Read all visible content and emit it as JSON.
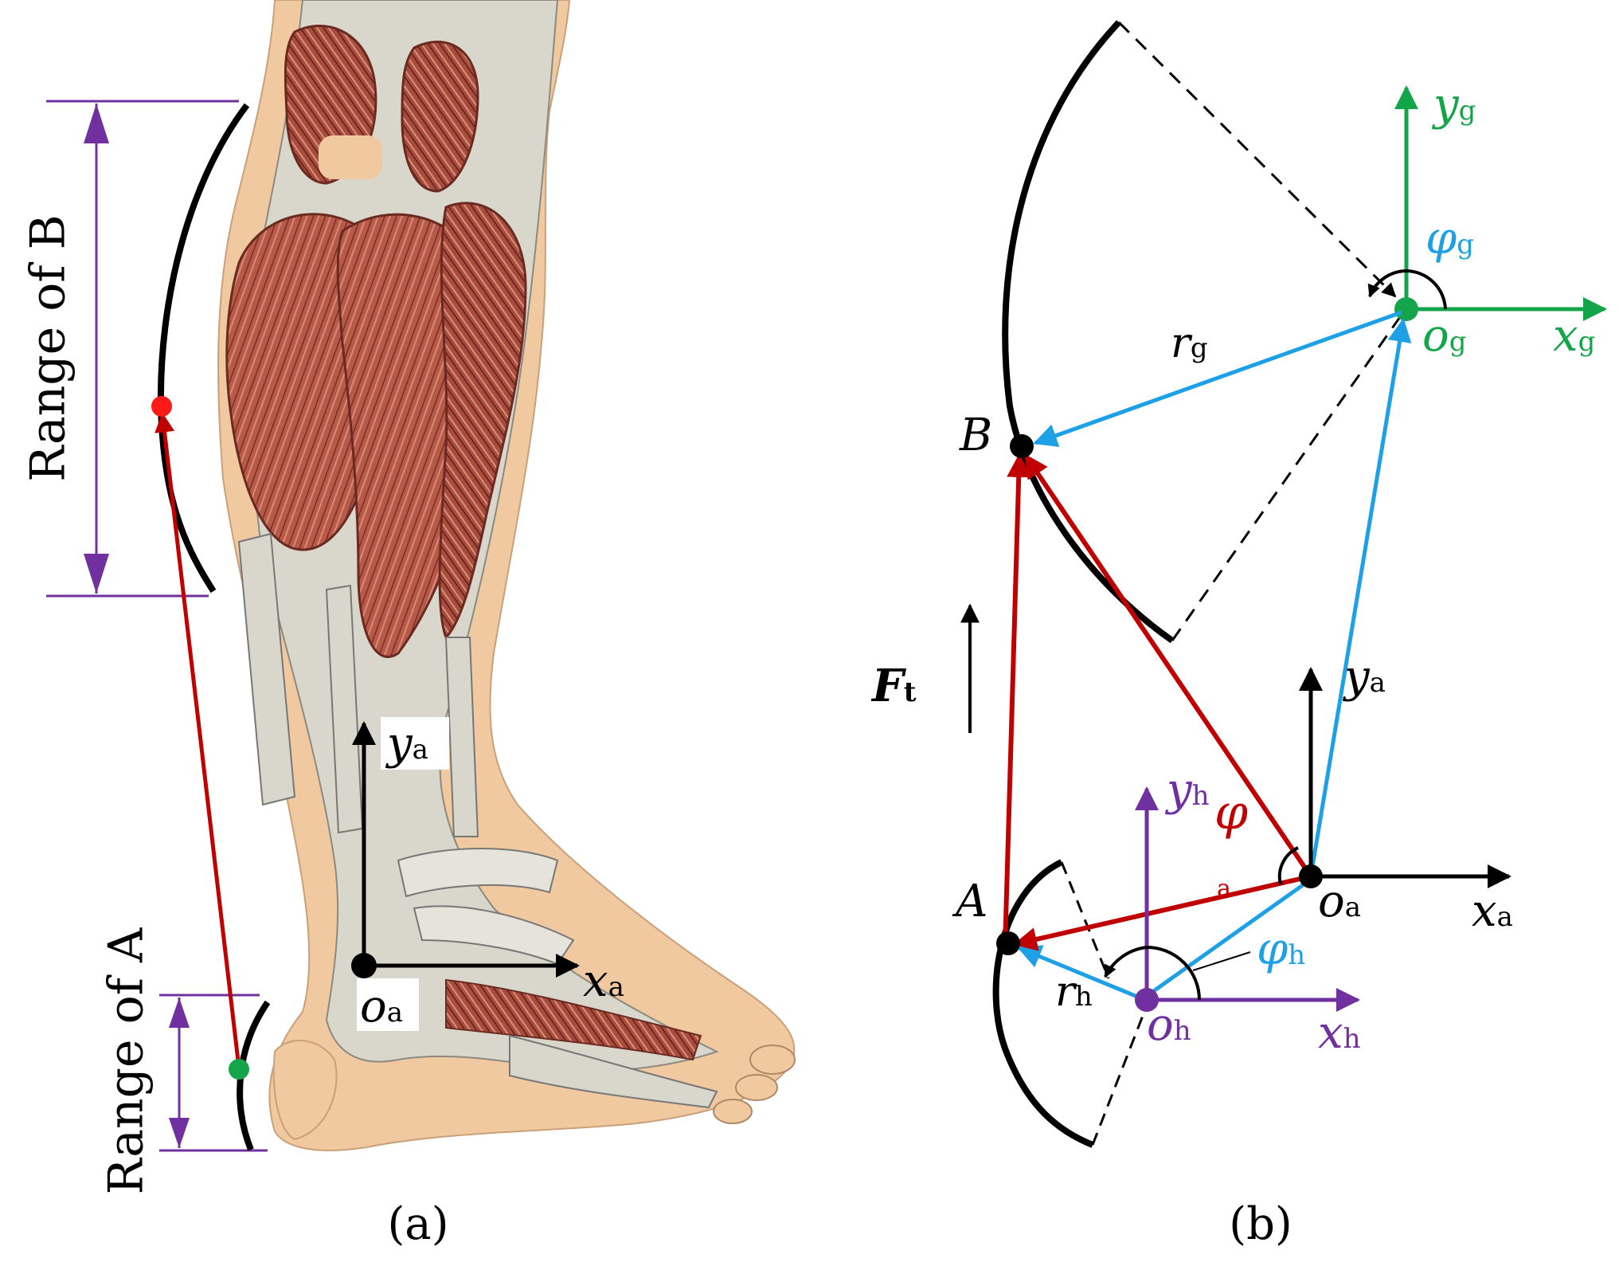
{
  "panel_a": {
    "caption": "(a)",
    "range_b_label": "Range of  B",
    "range_a_label": "Range of  A",
    "axis_y": {
      "main": "y",
      "sub": "a"
    },
    "axis_x": {
      "main": "x",
      "sub": "a"
    },
    "origin": {
      "main": "o",
      "sub": "a"
    }
  },
  "panel_b": {
    "caption": "(b)",
    "point_b": "B",
    "point_a": "A",
    "force": {
      "main": "F",
      "sub": "t"
    },
    "radius_g": {
      "main": "r",
      "sub": "g"
    },
    "radius_h": {
      "main": "r",
      "sub": "h"
    },
    "phi": "φ",
    "phi_g": {
      "main": "φ",
      "sub": "g"
    },
    "phi_h": {
      "main": "φ",
      "sub": "h"
    },
    "small_a": "a",
    "frame_g": {
      "y": {
        "main": "y",
        "sub": "g"
      },
      "x": {
        "main": "x",
        "sub": "g"
      },
      "o": {
        "main": "o",
        "sub": "g"
      }
    },
    "frame_a": {
      "y": {
        "main": "y",
        "sub": "a"
      },
      "x": {
        "main": "x",
        "sub": "a"
      },
      "o": {
        "main": "o",
        "sub": "a"
      }
    },
    "frame_h": {
      "y": {
        "main": "y",
        "sub": "h"
      },
      "x": {
        "main": "x",
        "sub": "h"
      },
      "o": {
        "main": "o",
        "sub": "h"
      }
    }
  },
  "colors": {
    "purple": "#7030a0",
    "red": "#c00000",
    "blue": "#1ea0e6",
    "green": "#14a54a",
    "black": "#000000",
    "muscle": "#b85a4a",
    "tendon": "#d9d6cc",
    "skin": "#f0c9a0"
  }
}
